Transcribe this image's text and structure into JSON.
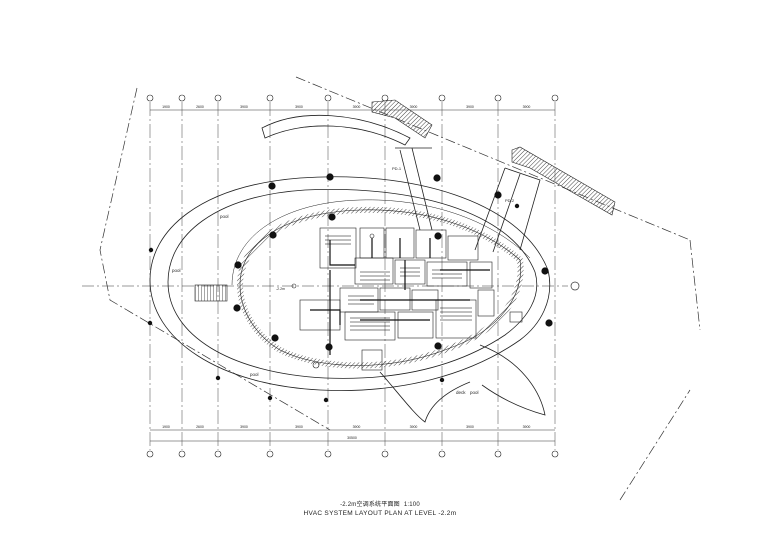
{
  "drawing": {
    "type": "hvac-floor-plan",
    "colors": {
      "line": "#222222",
      "hatch": "#444444",
      "background": "#ffffff"
    },
    "labels": {
      "pool_left": "pool",
      "pool_upper": "pool",
      "pool_lower": "pool",
      "pool_right": "pool",
      "deck": "deck",
      "level_mark": "-2.2m"
    },
    "riser_labels": [
      "PD-1",
      "PD-2"
    ],
    "top_dimensions": [
      "1900",
      "2600",
      "3900",
      "3900",
      "3900",
      "3900",
      "3900",
      "3900"
    ],
    "bottom_dimensions": [
      "1900",
      "2600",
      "3900",
      "3900",
      "3900",
      "3900",
      "3900",
      "3900"
    ],
    "bottom_overall": "30500"
  },
  "title": {
    "cn": "-2.2m空调系统平面图",
    "scale": "1:100",
    "en": "HVAC SYSTEM LAYOUT PLAN AT LEVEL -2.2m"
  }
}
